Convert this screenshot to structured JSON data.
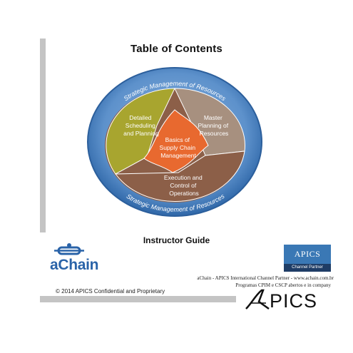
{
  "page": {
    "title": "Table of Contents",
    "subtitle": "Instructor Guide",
    "copyright": "© 2014 APICS Confidential and Proprietary"
  },
  "diagram": {
    "outer_ring_top": "Strategic Management of Resources",
    "outer_ring_bottom": "Strategic Management of Resources",
    "segments": [
      {
        "lines": [
          "Detailed",
          "Scheduling",
          "and Planning"
        ],
        "color": "#a8a52f"
      },
      {
        "lines": [
          "Master",
          "Planning of",
          "Resources"
        ],
        "color": "#a7907f"
      },
      {
        "lines": [
          "Execution and",
          "Control of",
          "Operations"
        ],
        "color": "#8c5f48"
      },
      {
        "lines": [
          "Basics of",
          "Supply Chain",
          "Management"
        ],
        "color": "#e8692f"
      }
    ],
    "ring_color": "#3d78b8"
  },
  "partner": {
    "achain_name": "aChain",
    "apics_box_top": "APICS",
    "apics_box_bottom": "Channel Partner",
    "line1": "aChain - APICS International Channel Partner - www.achain.com.br",
    "line2": "Programas CPIM e CSCP abertos e in company",
    "apics_logo": "PICS"
  }
}
